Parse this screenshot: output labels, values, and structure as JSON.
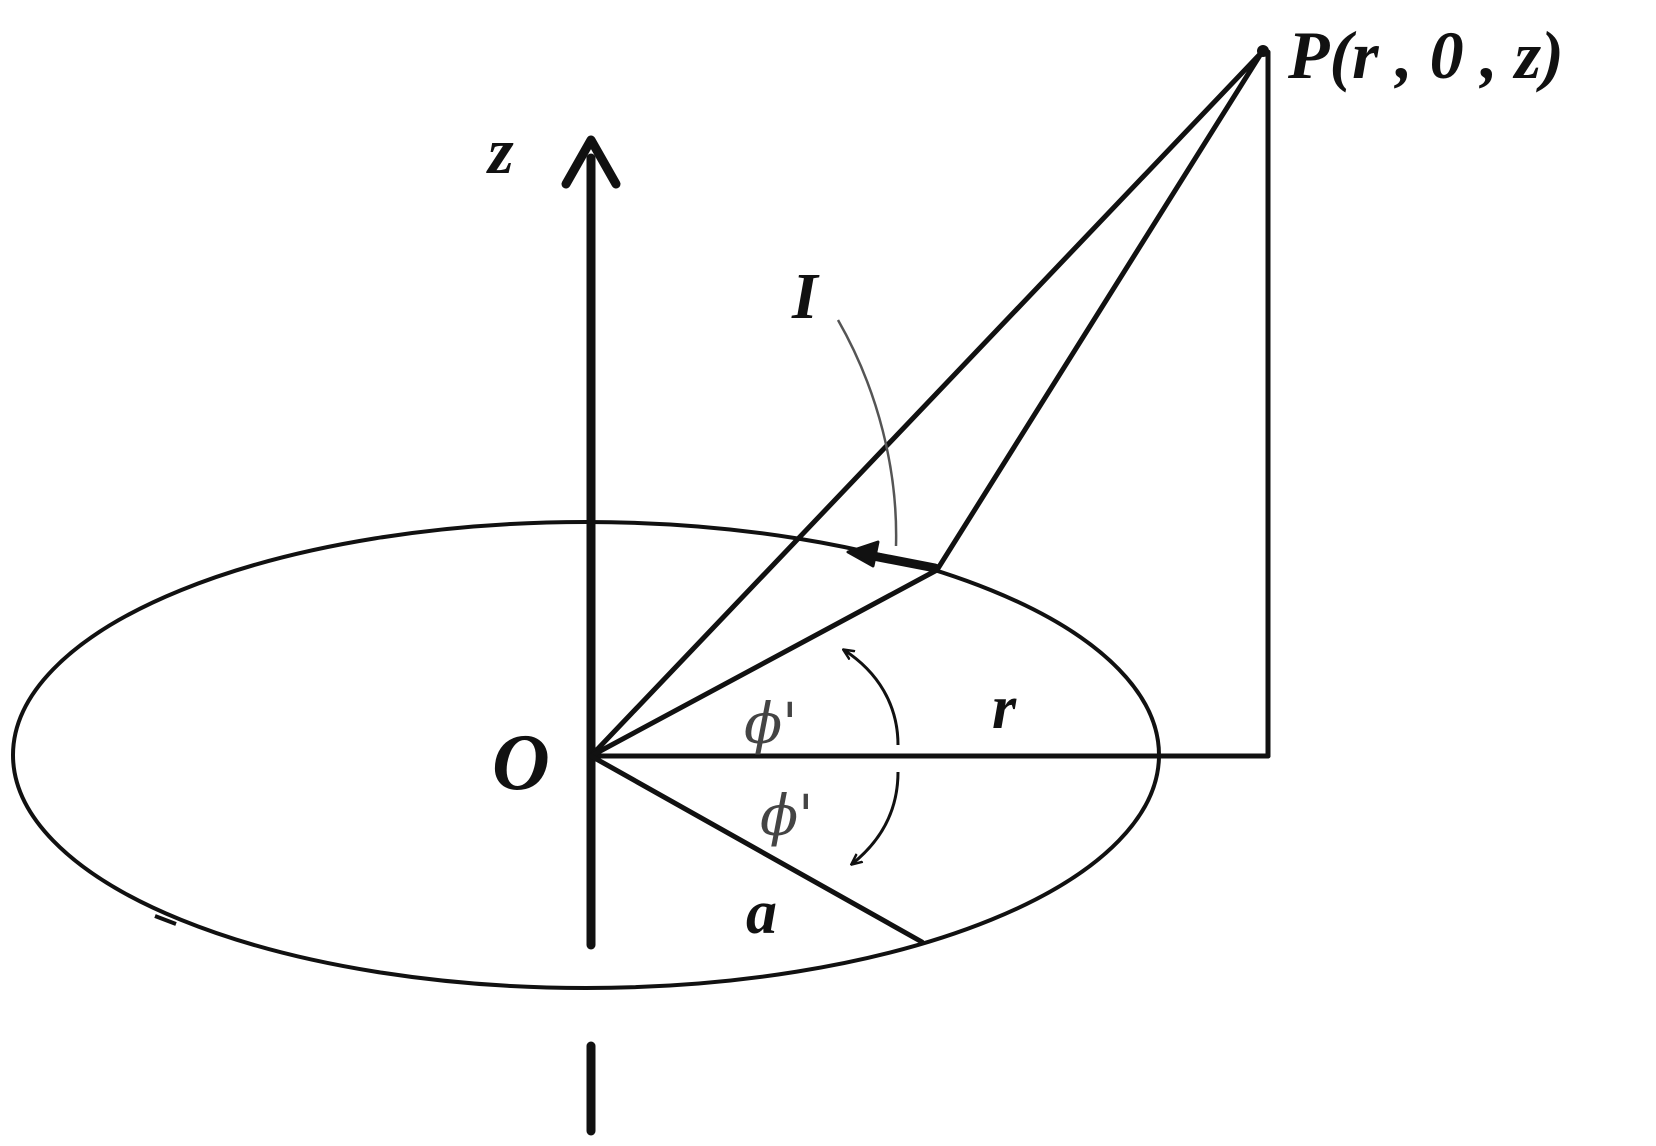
{
  "labels": {
    "z_axis": "z",
    "origin": "O",
    "point": "P(r , 0 , z)",
    "current": "I",
    "radius_r": "r",
    "radius_a": "a",
    "angle_upper": "ϕ'",
    "angle_lower": "ϕ'"
  },
  "colors": {
    "ink": "#111111",
    "angle_text": "#444444",
    "background": "#ffffff"
  }
}
